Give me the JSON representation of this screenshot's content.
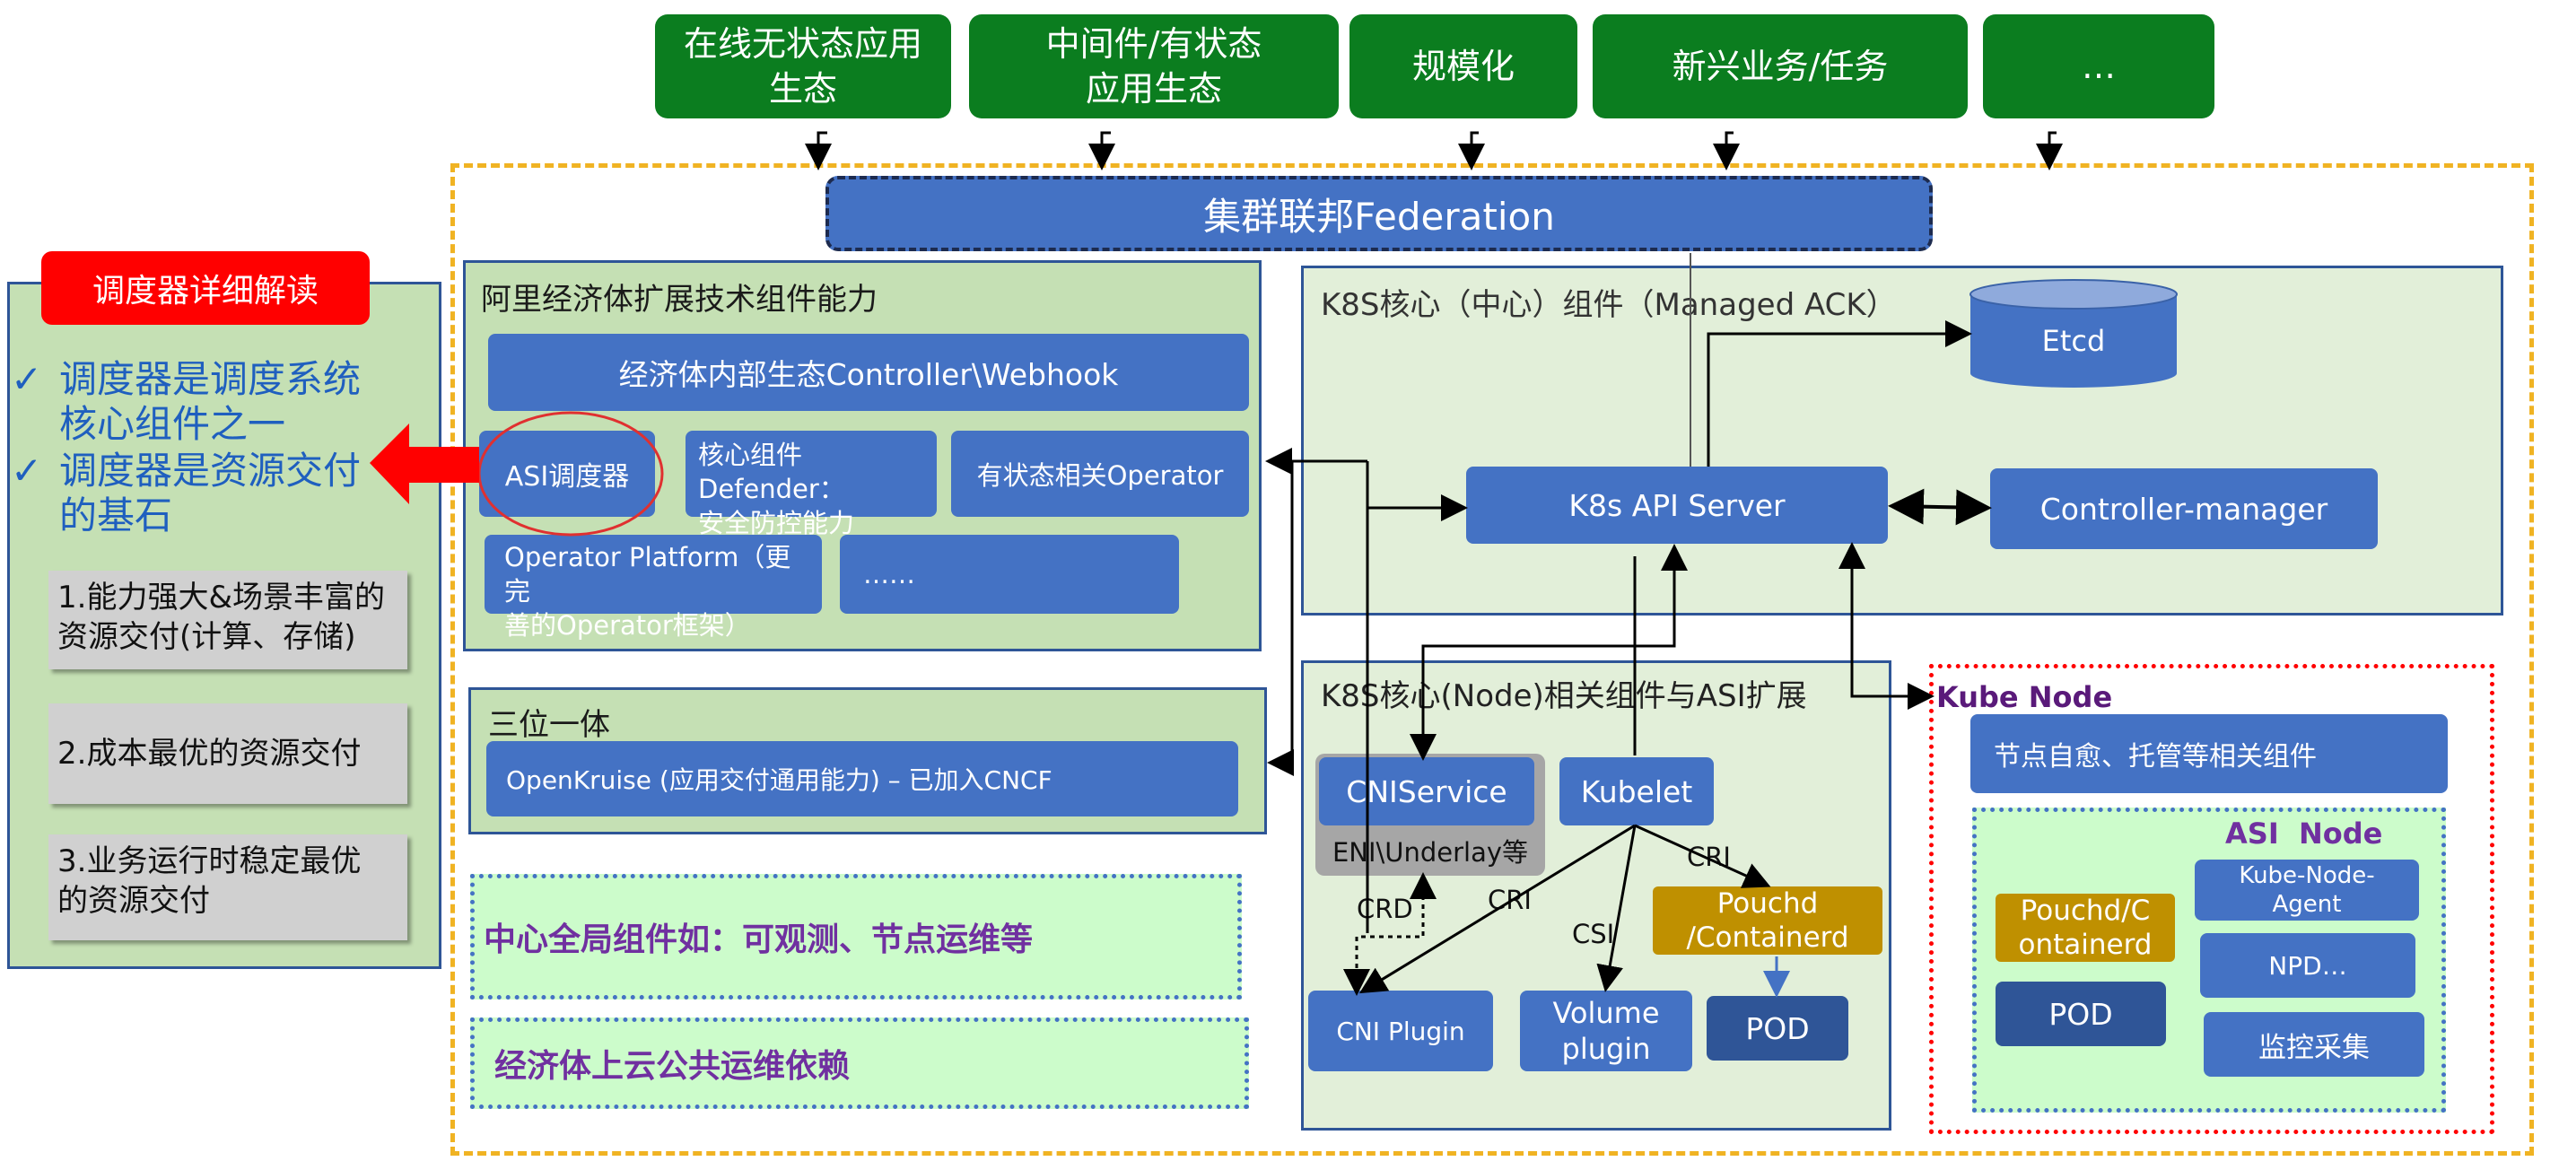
{
  "top_categories": [
    "在线无状态应用\n生态",
    "中间件/有状态\n应用生态",
    "规模化",
    "新兴业务/任务",
    "…"
  ],
  "federation": "集群联邦Federation",
  "left_panel": {
    "title": "调度器详细解读",
    "checks": [
      "调度器是调度系统\n核心组件之一",
      "调度器是资源交付\n的基石"
    ],
    "check_mark": "✓",
    "items": [
      "1.能力强大&场景丰富的\n资源交付(计算、存储)",
      "2.成本最优的资源交付",
      "3.业务运行时稳定最优\n的资源交付"
    ]
  },
  "ali_panel": {
    "title": "阿里经济体扩展技术组件能力",
    "controller": "经济体内部生态Controller\\Webhook",
    "asi_scheduler": "ASI调度器",
    "defender": "核心组件Defender：\n安全防控能力",
    "stateful_operator": "有状态相关Operator",
    "operator_platform": "Operator Platform（更完\n善的Operator框架）",
    "ellipsis": "……"
  },
  "trinity_panel": {
    "title": "三位一体",
    "openkruise": "OpenKruise (应用交付通用能力) – 已加入CNCF"
  },
  "center_global": "中心全局组件如：可观测、节点运维等",
  "ecosystem_ops": "经济体上云公共运维依赖",
  "k8s_core": {
    "title": "K8S核心（中心）组件（Managed ACK）",
    "etcd": "Etcd",
    "api_server": "K8s API Server",
    "controller_manager": "Controller-manager"
  },
  "k8s_node": {
    "title": "K8S核心(Node)相关组件与ASI扩展",
    "cniservice": "CNIService",
    "eni": "ENI\\Underlay等",
    "kubelet": "Kubelet",
    "pouchd": "Pouchd\n/Containerd",
    "cni_plugin": "CNI Plugin",
    "volume_plugin": "Volume\nplugin",
    "pod": "POD",
    "labels": {
      "crd": "CRD",
      "cri_left": "CRI",
      "csi": "CSI",
      "cri_right": "CRI"
    }
  },
  "kube_node": {
    "title": "Kube Node",
    "self_heal": "节点自愈、托管等相关组件",
    "asi_node": {
      "title": "ASI  Node",
      "pouchd": "Pouchd/C\nontainerd",
      "pod": "POD",
      "agent": "Kube-Node-\nAgent",
      "npd": "NPD…",
      "monitor": "监控采集"
    }
  },
  "colors": {
    "green": "#0b7d1f",
    "blue": "#4472c4",
    "dark_blue": "#2f5597",
    "gold": "#bf9000",
    "orange_dashed": "#f0b323",
    "red": "#ff0000",
    "purple": "#7030a0",
    "panel_green": "#c5e0b4",
    "panel_light": "#e2efd9",
    "light_green": "#ccfccb"
  }
}
